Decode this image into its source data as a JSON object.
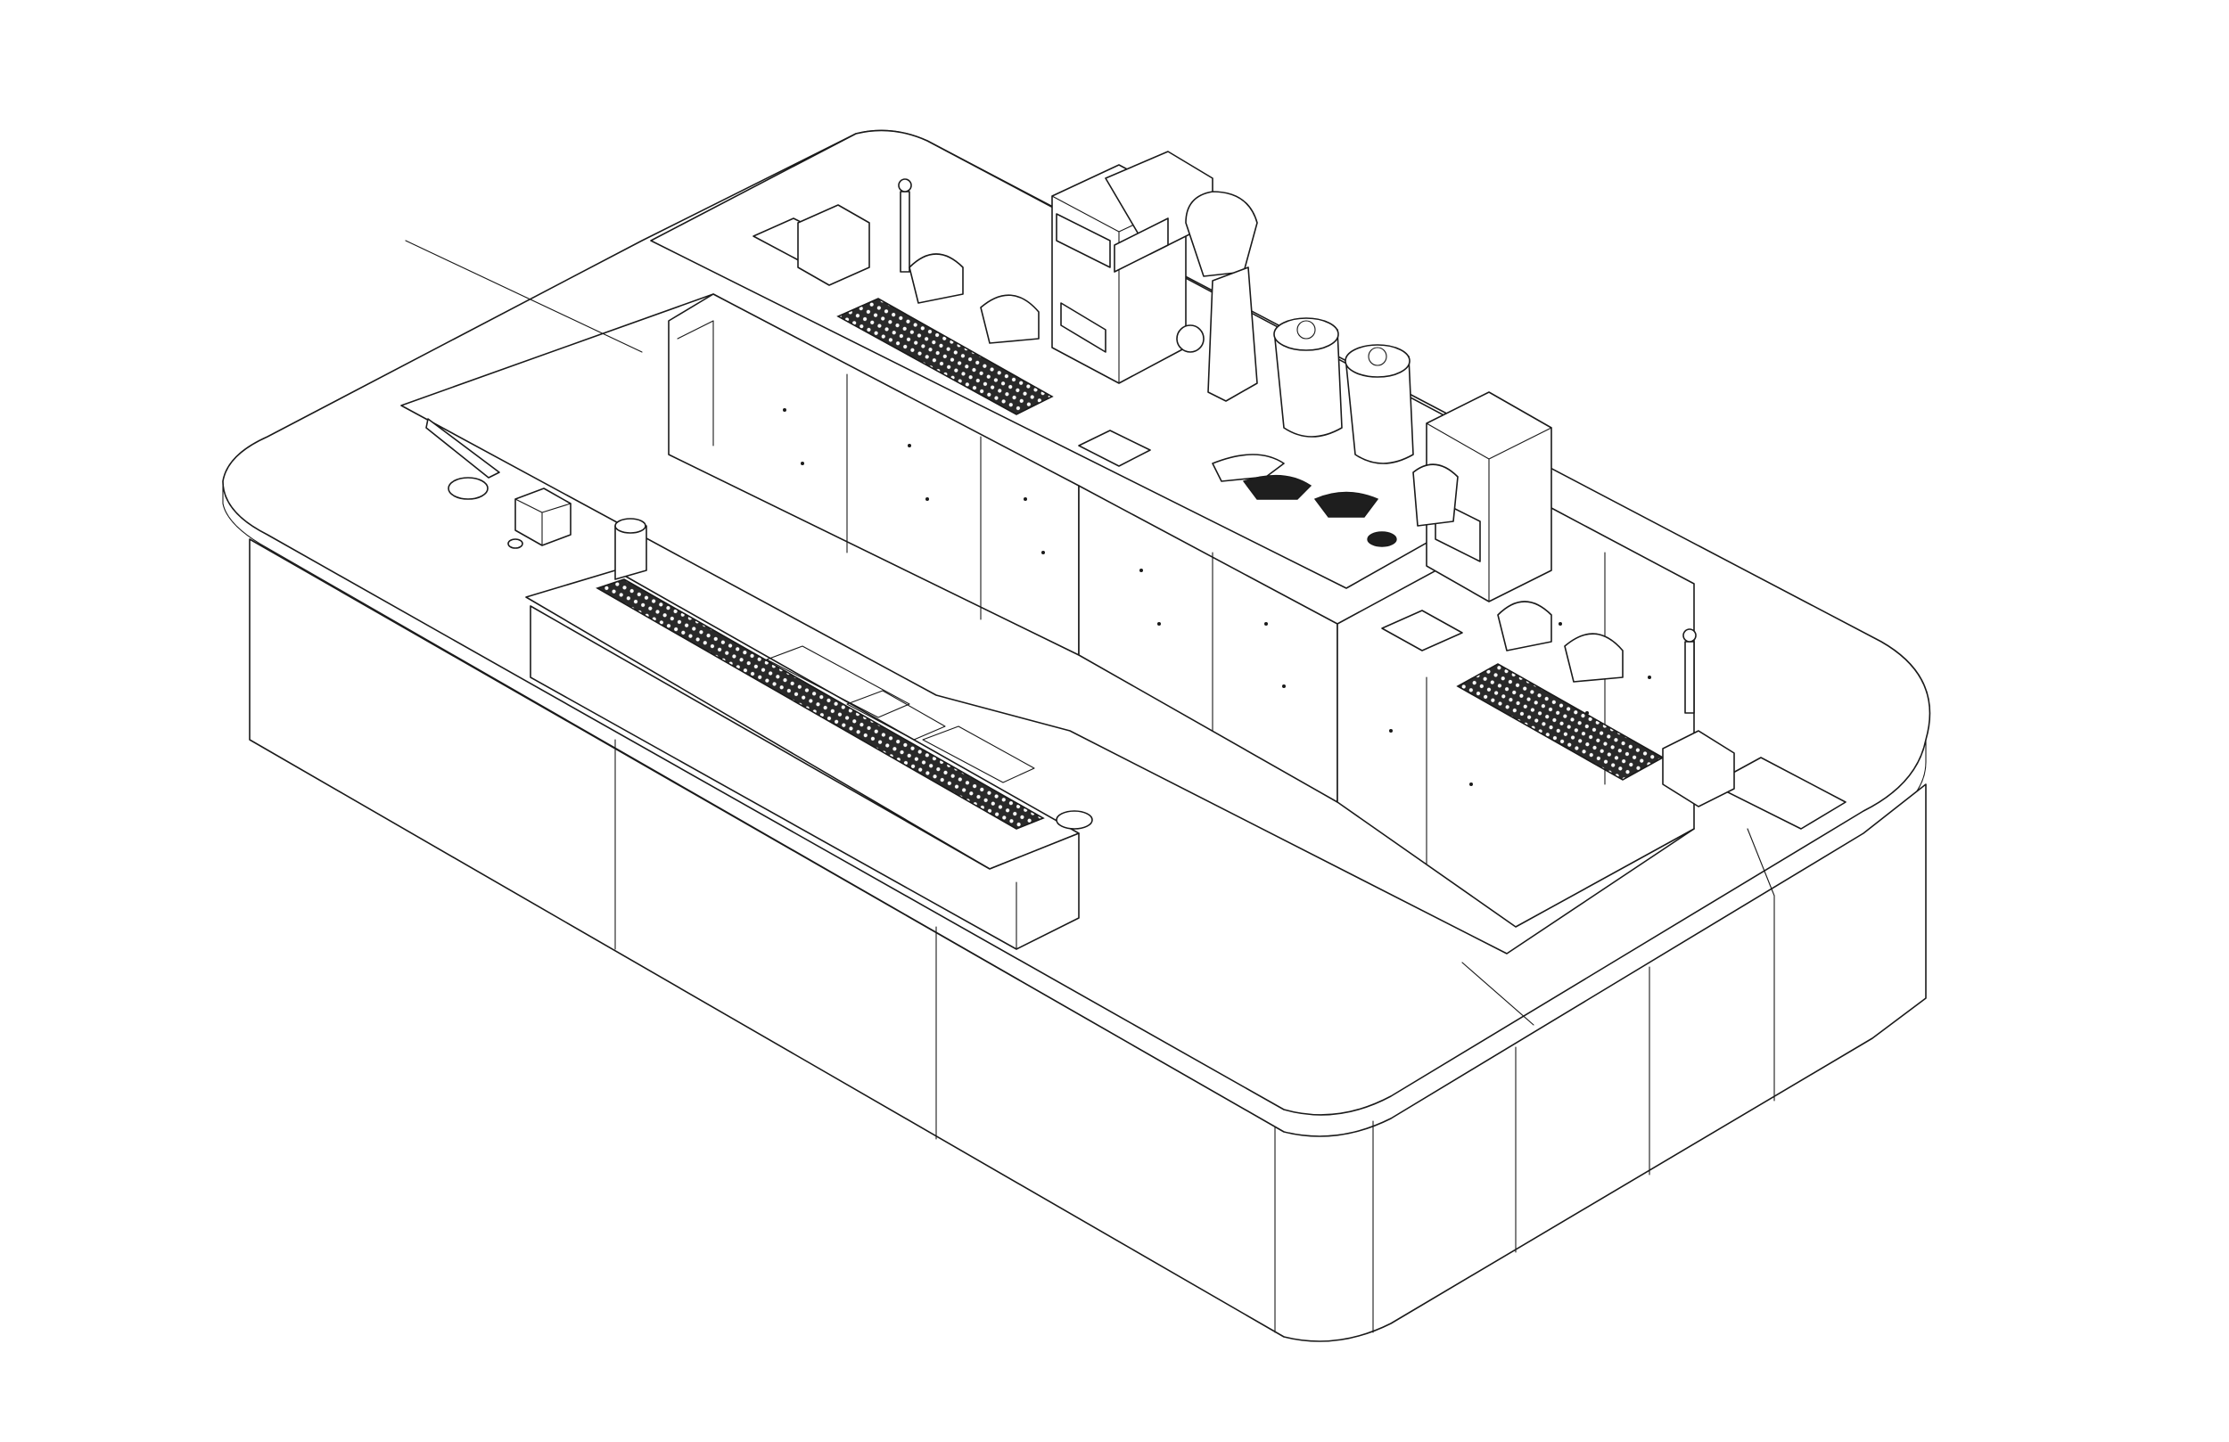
{
  "drawing": {
    "subject": "",
    "line_color": "#1a1a1a",
    "background": "#ffffff"
  },
  "components": [
    "outer-counter",
    "front-bar-module",
    "rinse-drip-tray",
    "back-bar-coffee-module",
    "espresso-machine-left",
    "coffee-grinder",
    "hot-water-urns",
    "espresso-machine-right",
    "under-counter-cabinets",
    "knock-box",
    "waste-bin"
  ]
}
